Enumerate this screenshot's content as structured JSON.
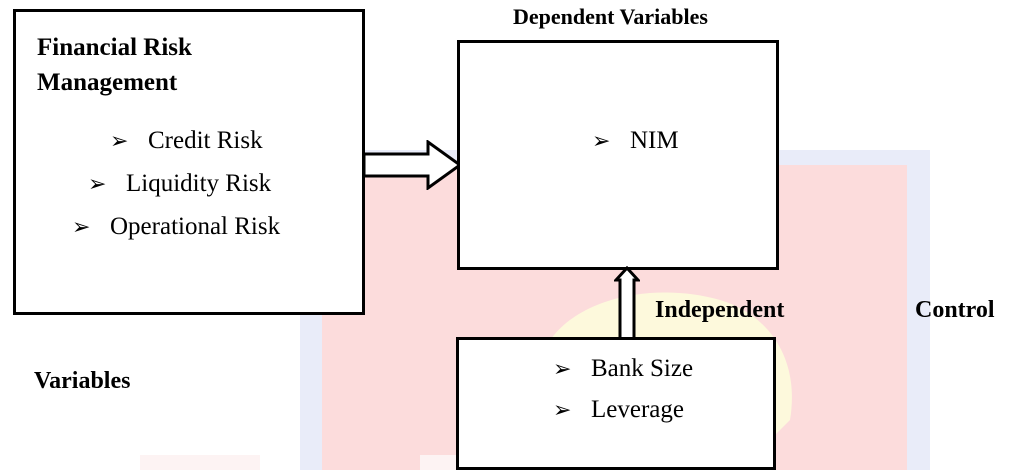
{
  "left_box": {
    "title_line1": "Financial Risk",
    "title_line2": "Management",
    "items": [
      {
        "bullet": "➢",
        "label": "Credit Risk"
      },
      {
        "bullet": "➢",
        "label": "Liquidity Risk"
      },
      {
        "bullet": "➢",
        "label": "Operational Risk"
      }
    ]
  },
  "dependent": {
    "heading": "Dependent Variables",
    "items": [
      {
        "bullet": "➢",
        "label": "NIM"
      }
    ]
  },
  "control_box": {
    "items": [
      {
        "bullet": "➢",
        "label": "Bank Size"
      },
      {
        "bullet": "➢",
        "label": "Leverage"
      }
    ]
  },
  "labels": {
    "independent": "Independent",
    "control": "Control",
    "variables": "Variables"
  },
  "watermark": {
    "colors": {
      "red": "#ee2d2d",
      "blue": "#7c8fe0",
      "yellow": "#f6e02e",
      "pink": "#f4b6b6"
    }
  }
}
